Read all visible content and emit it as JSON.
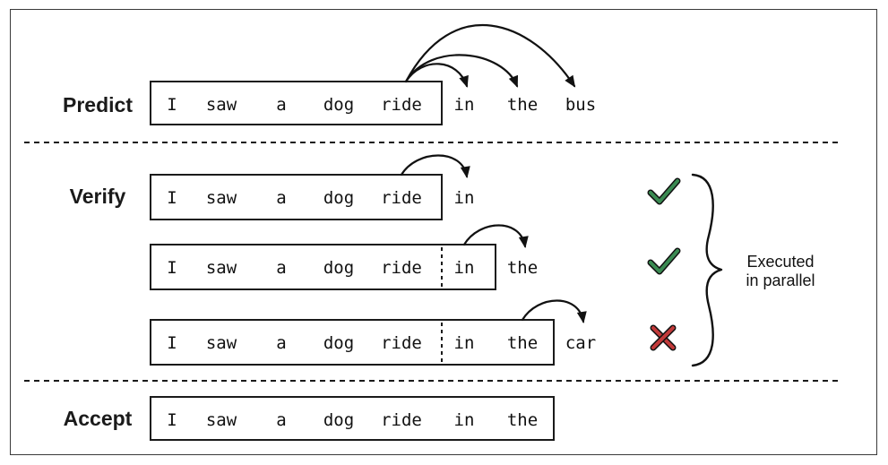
{
  "stages": {
    "predict": "Predict",
    "verify": "Verify",
    "accept": "Accept"
  },
  "predict": {
    "context": [
      "I",
      "saw",
      "a",
      "dog",
      "ride"
    ],
    "draft": [
      "in",
      "the",
      "bus"
    ]
  },
  "verify": {
    "rows": [
      {
        "context": [
          "I",
          "saw",
          "a",
          "dog",
          "ride"
        ],
        "accepted_prefix": [],
        "predicted": "in",
        "result": "accepted"
      },
      {
        "context": [
          "I",
          "saw",
          "a",
          "dog",
          "ride"
        ],
        "accepted_prefix": [
          "in"
        ],
        "predicted": "the",
        "result": "accepted"
      },
      {
        "context": [
          "I",
          "saw",
          "a",
          "dog",
          "ride"
        ],
        "accepted_prefix": [
          "in",
          "the"
        ],
        "predicted": "car",
        "result": "rejected"
      }
    ],
    "note_line1": "Executed",
    "note_line2": "in parallel"
  },
  "accept": {
    "tokens": [
      "I",
      "saw",
      "a",
      "dog",
      "ride",
      "in",
      "the"
    ]
  },
  "colors": {
    "check": "#3a8a52",
    "cross": "#c23a3a",
    "ink": "#111111"
  },
  "icons": {
    "accepted": "check-icon",
    "rejected": "cross-icon"
  }
}
